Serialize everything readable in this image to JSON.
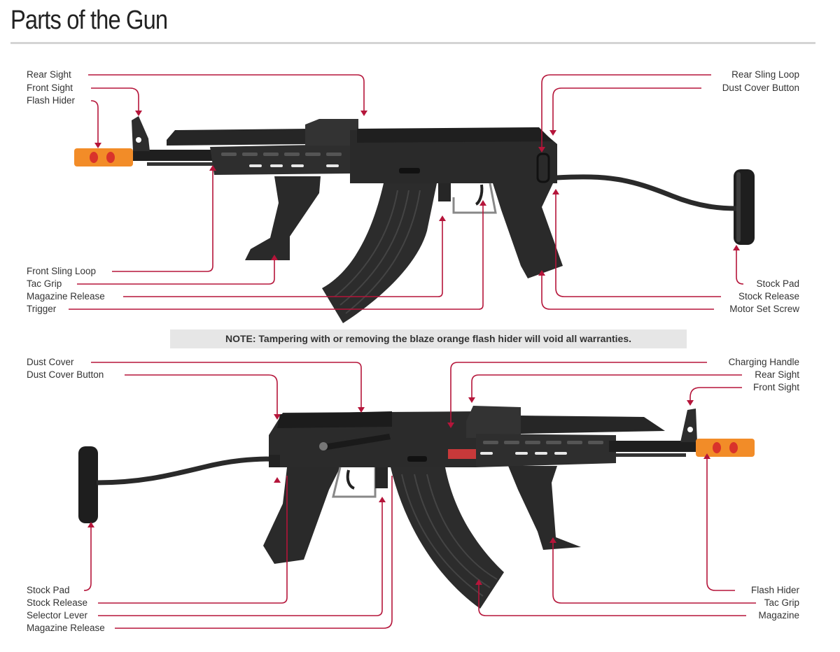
{
  "page": {
    "title": "Parts of the Gun",
    "note": "NOTE:  Tampering with or removing the blaze orange flash hider will void all warranties."
  },
  "colors": {
    "leader_line": "#b5153a",
    "flash_hider": "#f28c28",
    "gun_body": "#2b2b2b",
    "note_background": "#e6e6e6"
  },
  "diagram_top": {
    "view": "left side",
    "left_labels": [
      "Rear Sight",
      "Front Sight",
      "Flash Hider",
      "Front Sling Loop",
      "Tac Grip",
      "Magazine Release",
      "Trigger"
    ],
    "right_labels": [
      "Rear Sling Loop",
      "Dust Cover Button",
      "Stock Pad",
      "Stock Release",
      "Motor Set Screw"
    ]
  },
  "diagram_bottom": {
    "view": "right side",
    "left_labels": [
      "Dust Cover",
      "Dust Cover Button",
      "Stock Pad",
      "Stock Release",
      "Selector Lever",
      "Magazine Release"
    ],
    "right_labels": [
      "Charging Handle",
      "Rear Sight",
      "Front Sight",
      "Flash Hider",
      "Tac Grip",
      "Magazine"
    ]
  }
}
